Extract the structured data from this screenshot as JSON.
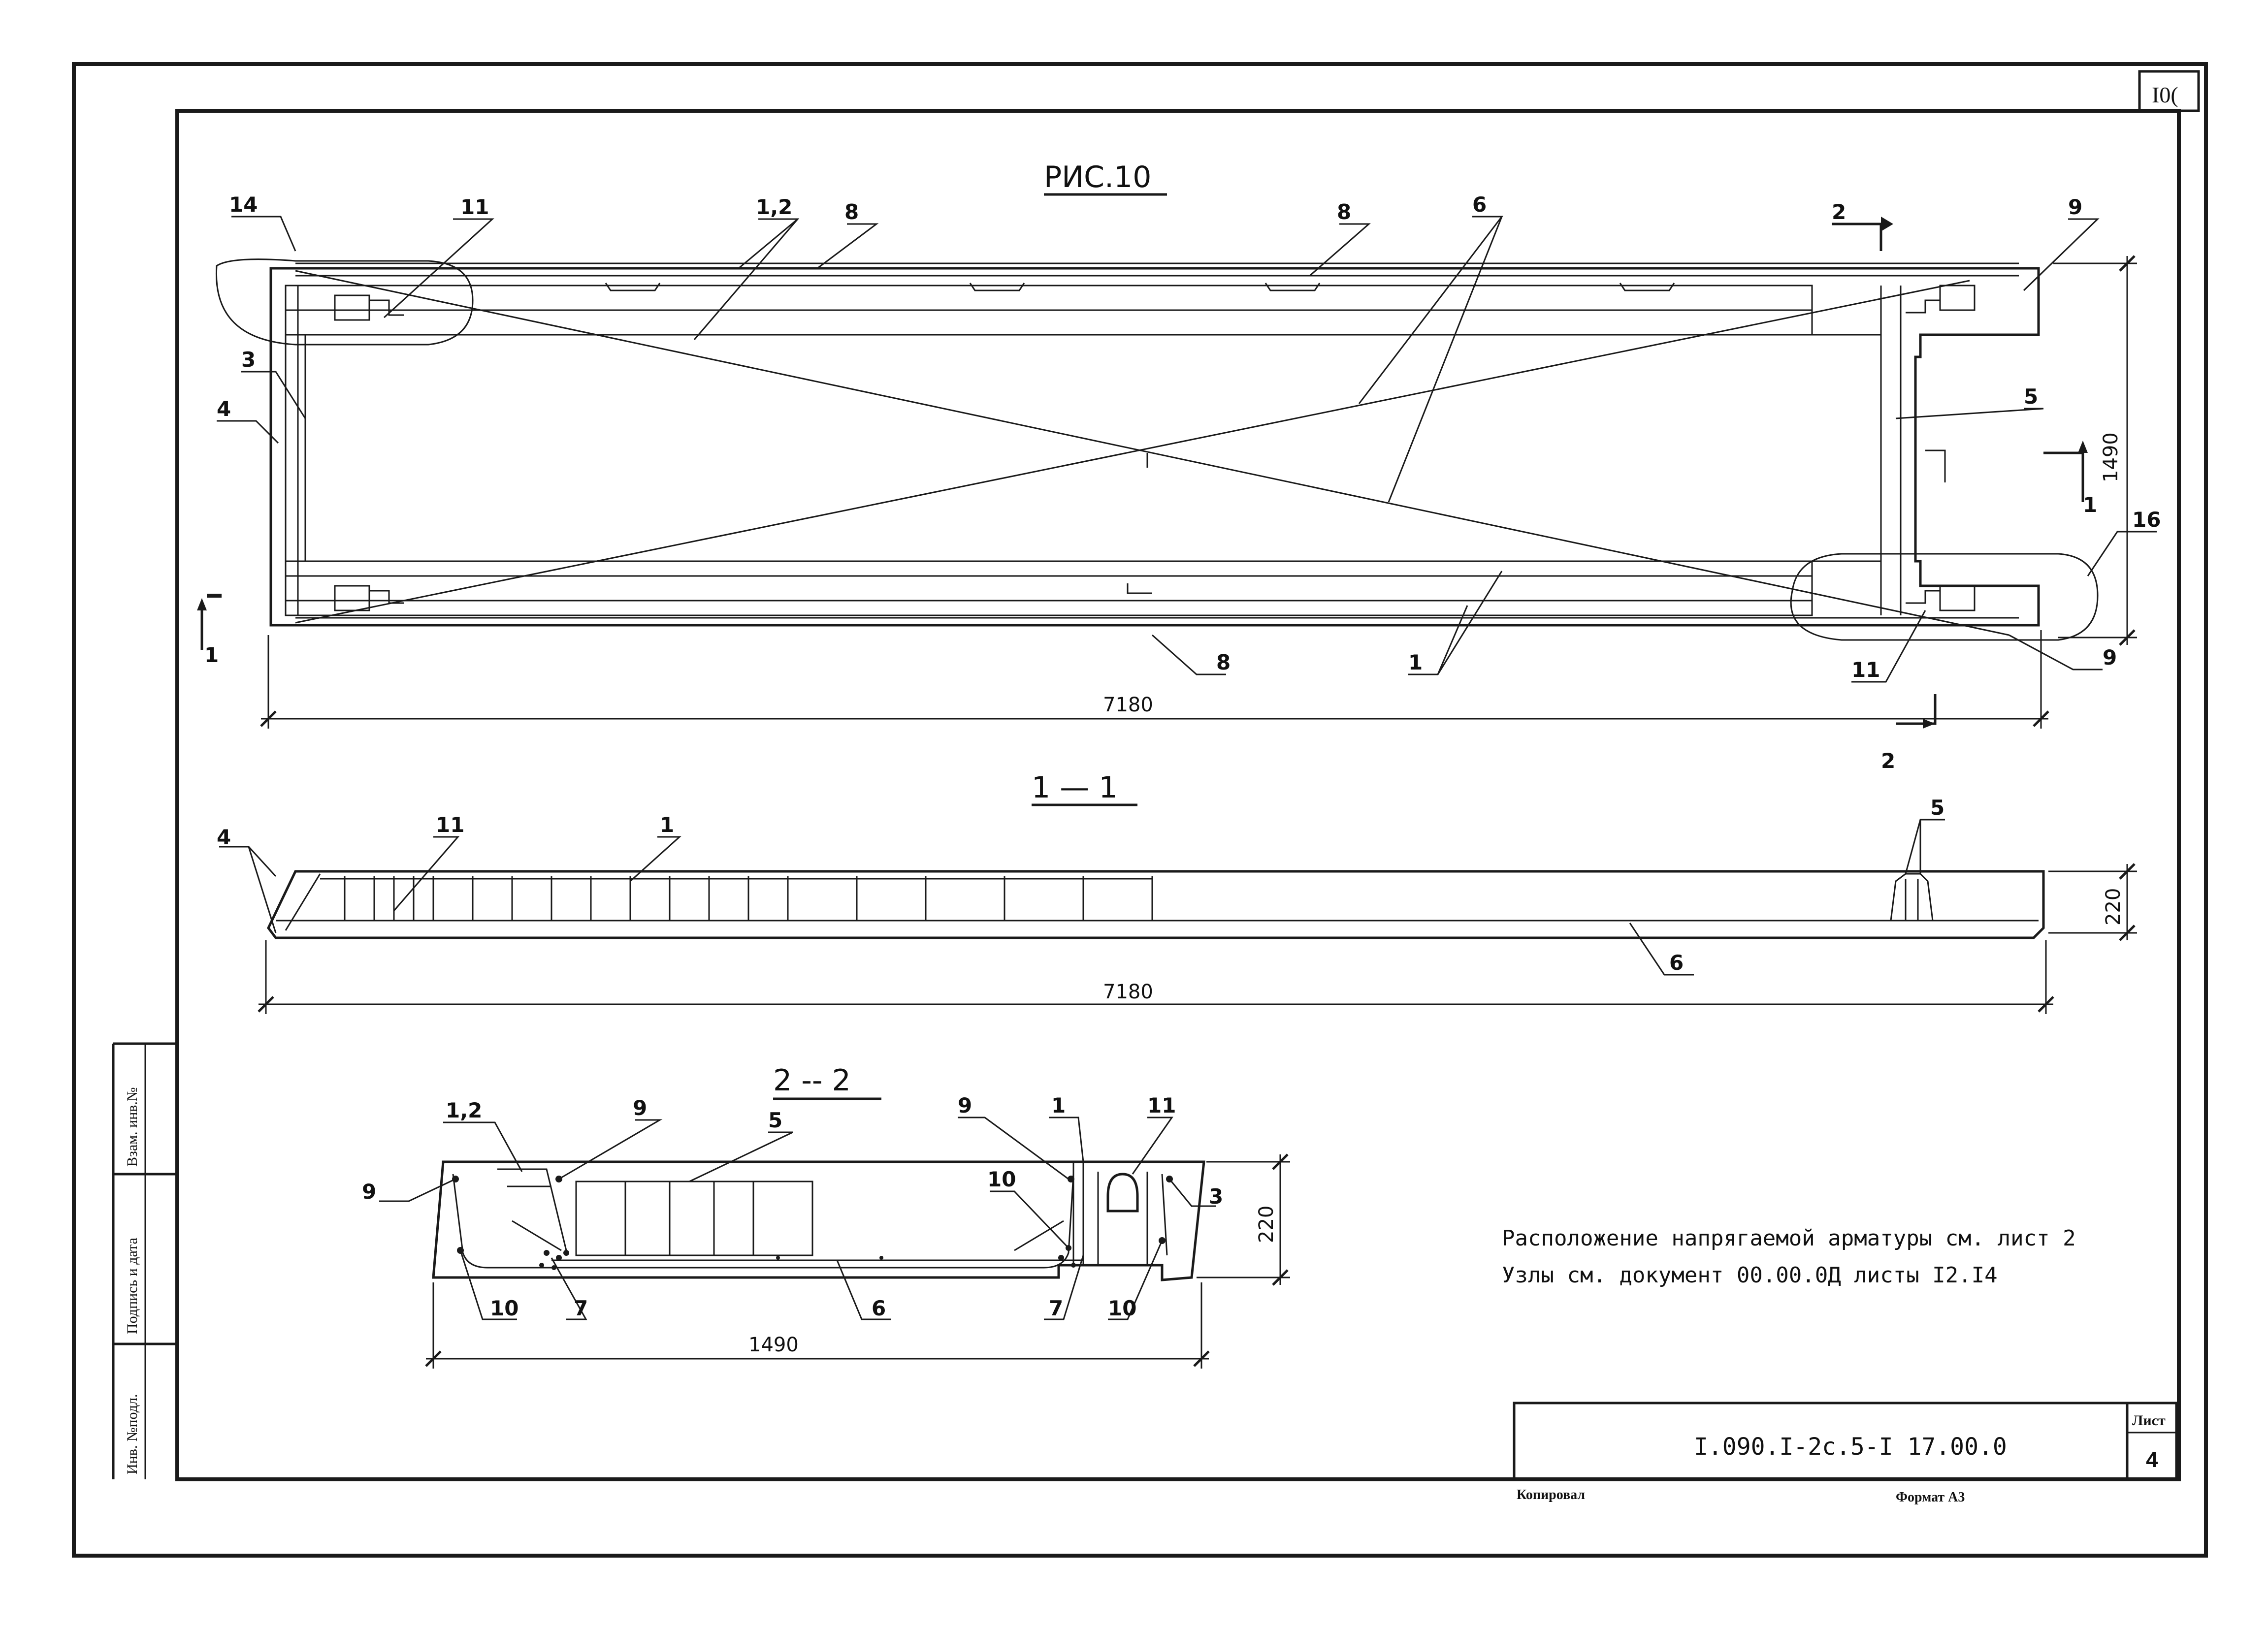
{
  "sheet": {
    "page_corner": "I0(",
    "figure_title": "РИС.10",
    "designation": "I.090.I-2c.5-I 17.00.0",
    "sheet_header": "Лист",
    "sheet_number": "4",
    "copied": "Копировал",
    "format": "Формат А3"
  },
  "side_stamp": {
    "inv_dubl": "Взам. инв.№",
    "sign_date": "Подпись и дата",
    "inv_orig": "Инв. №подл."
  },
  "notes": {
    "line1": "Расположение напрягаемой арматуры см. лист 2",
    "line2": "Узлы  см. документ 00.00.0Д листы  I2.I4"
  },
  "plan_view": {
    "overall_length": "7180",
    "overall_width": "1490",
    "cut_1": "1",
    "cut_2": "2",
    "labels": {
      "l14": "14",
      "l11a": "11",
      "l12": "1,2",
      "l8a": "8",
      "l8b": "8",
      "l6": "6",
      "l9a": "9",
      "l3": "3",
      "l4": "4",
      "l5": "5",
      "l16": "16",
      "l8c": "8",
      "l1": "1",
      "l11b": "11",
      "l9b": "9"
    }
  },
  "section_1_1": {
    "title": "1 — 1",
    "length": "7180",
    "height": "220",
    "labels": {
      "l4": "4",
      "l11": "11",
      "l1": "1",
      "l5": "5",
      "l6": "6"
    }
  },
  "section_2_2": {
    "title": "2 -- 2",
    "width": "1490",
    "height": "220",
    "labels": {
      "l12": "1,2",
      "l9a": "9",
      "l5": "5",
      "l9b": "9",
      "l1": "1",
      "l11": "11",
      "l9c": "9",
      "l10a": "10",
      "l3": "3",
      "l10b": "10",
      "l7a": "7",
      "l6": "6",
      "l7b": "7",
      "l10c": "10"
    }
  }
}
